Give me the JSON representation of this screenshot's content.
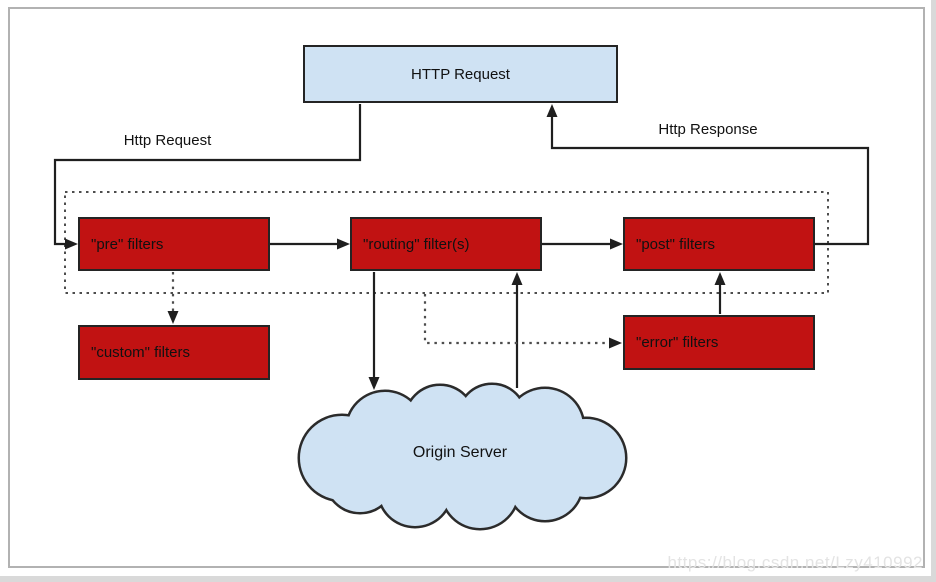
{
  "title_box": "HTTP Request",
  "labels": {
    "request": "Http Request",
    "response": "Http Response"
  },
  "filters": {
    "pre": "\"pre\" filters",
    "routing": "\"routing\" filter(s)",
    "post": "\"post\" filters",
    "custom": "\"custom\" filters",
    "error": "\"error\" filters"
  },
  "cloud": "Origin Server",
  "watermark": "https://blog.csdn.net/Lzy410992",
  "colors": {
    "box_red": "#c11212",
    "box_blue": "#cfe2f3",
    "line": "#1f1f1f",
    "dotted": "#4d4d4d",
    "frame": "#b2b2b2",
    "watermark": "#e3e3e3"
  }
}
